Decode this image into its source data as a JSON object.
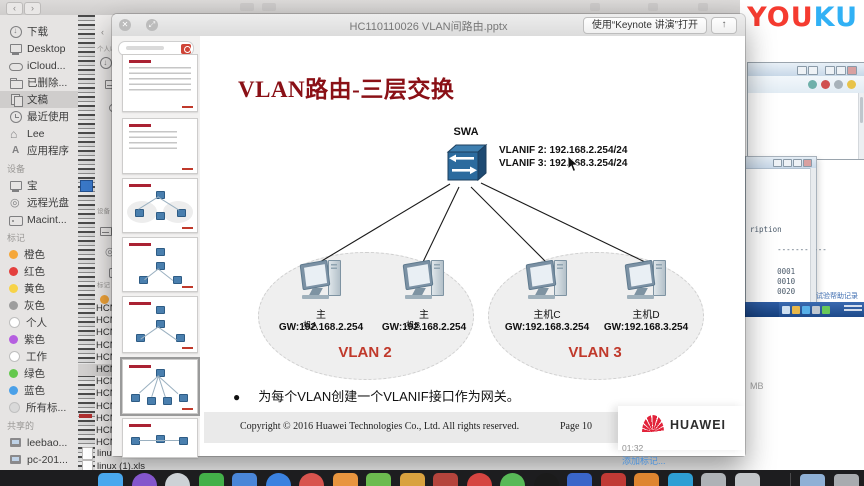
{
  "youku": {
    "part1": "YOU",
    "part2": "KU"
  },
  "nav": {
    "back": "‹",
    "forward": "›"
  },
  "sidebar": {
    "favorites": [
      {
        "label": "下载",
        "icon_cls": "fi fi-download",
        "icon_name": "download-icon",
        "row_cls": "srow"
      },
      {
        "label": "Desktop",
        "icon_cls": "fi fi-desktop",
        "icon_name": "desktop-icon",
        "row_cls": "srow"
      },
      {
        "label": "iCloud...",
        "icon_cls": "fi fi-cloud",
        "icon_name": "icloud-icon",
        "row_cls": "srow"
      },
      {
        "label": "已删除...",
        "icon_cls": "fi fi-folder",
        "icon_name": "deleted-items-icon",
        "row_cls": "srow"
      },
      {
        "label": "文稿",
        "icon_cls": "fi fi-docs",
        "icon_name": "documents-icon",
        "row_cls": "srow selected"
      },
      {
        "label": "最近使用",
        "icon_cls": "fi fi-recent",
        "icon_name": "recents-icon",
        "row_cls": "srow"
      },
      {
        "label": "Lee",
        "icon_cls": "fi fi-home",
        "icon_name": "home-icon",
        "row_cls": "srow"
      },
      {
        "label": "应用程序",
        "icon_cls": "fi fi-apps",
        "icon_name": "applications-icon",
        "row_cls": "srow"
      }
    ],
    "devices_header": "设备",
    "devices": [
      {
        "label": "宝",
        "icon_cls": "fi fi-desktop",
        "icon_name": "computer-icon",
        "row_cls": "srow"
      },
      {
        "label": "远程光盘",
        "icon_cls": "fi fi-disc",
        "icon_name": "remote-disc-icon",
        "row_cls": "srow"
      },
      {
        "label": "Macint...",
        "icon_cls": "fi fi-hdd",
        "icon_name": "macintosh-hd-icon",
        "row_cls": "srow"
      }
    ],
    "tags_header": "标记",
    "tags": [
      {
        "label": "橙色",
        "dot_style": "background:#f5a73a",
        "icon_name": "orange-tag-icon"
      },
      {
        "label": "红色",
        "dot_style": "background:#e4403e",
        "icon_name": "red-tag-icon"
      },
      {
        "label": "黄色",
        "dot_style": "background:#f7d348",
        "icon_name": "yellow-tag-icon"
      },
      {
        "label": "灰色",
        "dot_style": "background:#9d9d9d",
        "icon_name": "gray-tag-icon"
      },
      {
        "label": "个人",
        "dot_style": "background:#fff;border:1px solid #bfbfbf",
        "icon_name": "personal-tag-icon"
      },
      {
        "label": "紫色",
        "dot_style": "background:#b55fe0",
        "icon_name": "purple-tag-icon"
      },
      {
        "label": "工作",
        "dot_style": "background:#fff;border:1px solid #bfbfbf",
        "icon_name": "work-tag-icon"
      },
      {
        "label": "绿色",
        "dot_style": "background:#64c84e",
        "icon_name": "green-tag-icon"
      },
      {
        "label": "蓝色",
        "dot_style": "background:#4aa0e8",
        "icon_name": "blue-tag-icon"
      },
      {
        "label": "所有标...",
        "dot_style": "background:#d9d9d9;border:1px solid #c0c0c0",
        "icon_name": "all-tags-icon"
      }
    ],
    "shared_header": "共享的",
    "shared": [
      {
        "label": "leebao...",
        "icon_cls": "fi fi-screen",
        "icon_name": "shared-computer-icon",
        "row_cls": "srow"
      },
      {
        "label": "pc-201...",
        "icon_cls": "fi fi-screen",
        "icon_name": "shared-computer-icon",
        "row_cls": "srow"
      }
    ]
  },
  "mini_panel": {
    "labels": {
      "favorites": "个人收",
      "devices": "设备",
      "tags": "标记"
    },
    "files": [
      "HCN",
      "HCN",
      "HCN",
      "HCN",
      "HCN",
      "HCN",
      "HCN",
      "HCN",
      "HCN",
      "HCN",
      "HCN",
      "HCN"
    ],
    "xls_files": [
      "linux .xls",
      "linux (1).xls"
    ]
  },
  "quicklook": {
    "title": "HC110110026 VLAN间路由.pptx",
    "open_button": "使用“Keynote 讲演”打开",
    "close_glyph": "✕",
    "fullscreen_glyph": "⤢",
    "share_glyph": "↑"
  },
  "slide": {
    "title": "VLAN路由-三层交换",
    "switch_label": "SWA",
    "vlanif_lines": [
      "VLANIF 2: 192.168.2.254/24",
      "VLANIF 3: 192.168.3.254/24"
    ],
    "hosts": [
      {
        "name": "主",
        "overlay": "机A",
        "gw": "GW:192.168.2.254"
      },
      {
        "name": "主",
        "overlay": "机B",
        "gw": "GW:192.168.2.254"
      },
      {
        "name": "主机C",
        "gw": "GW:192.168.3.254"
      },
      {
        "name": "主机D",
        "gw": "GW:192.168.3.254"
      }
    ],
    "vlan2_label": "VLAN 2",
    "vlan3_label": "VLAN 3",
    "bullet": "为每个VLAN创建一个VLANIF接口作为网关。",
    "copyright": "Copyright © 2016 Huawei Technologies Co., Ltd. All rights reserved.",
    "page_label": "Page 10",
    "brand": "HUAWEI"
  },
  "right_desktop": {
    "cli_fragment": "ription",
    "cli_separator": "-----------",
    "cli_rows": [
      "0001",
      "0010",
      "0020"
    ],
    "help_link": "试验帮助记录",
    "size_fragment": "MB"
  },
  "preview_meta": {
    "duration": "01:32",
    "add_tags": "添加标记..."
  },
  "dock": {
    "icons": [
      {
        "name": "finder-icon",
        "style": "background:#49a8ee;border-radius:5px"
      },
      {
        "name": "launchpad-icon",
        "style": "background:#8456cc;border-radius:50%"
      },
      {
        "name": "dock-app-icon",
        "style": "background:#cdd2d6;border-radius:50%"
      },
      {
        "name": "dock-app-icon",
        "style": "background:#43b049;border-radius:5px"
      },
      {
        "name": "dock-app-icon",
        "style": "background:#4a86d8;border-radius:5px"
      },
      {
        "name": "dock-app-icon",
        "style": "background:#3b82e0;border-radius:50%"
      },
      {
        "name": "dock-app-icon",
        "style": "background:#d8544e;border-radius:50%"
      },
      {
        "name": "dock-app-icon",
        "style": "background:#e8953f;border-radius:5px"
      },
      {
        "name": "dock-app-icon",
        "style": "background:#6cbb4f;border-radius:5px"
      },
      {
        "name": "dock-app-icon",
        "style": "background:#d9a23f;border-radius:5px"
      },
      {
        "name": "dock-app-icon",
        "style": "background:#b5443c;border-radius:5px"
      },
      {
        "name": "dock-app-icon",
        "style": "background:#d64541;border-radius:50%"
      },
      {
        "name": "dock-app-icon",
        "style": "background:#58b957;border-radius:50%"
      },
      {
        "name": "qq-icon",
        "style": "background:#1b1b1b;border-radius:50%"
      },
      {
        "name": "dock-app-icon",
        "style": "background:#3a66c9;border-radius:5px"
      },
      {
        "name": "dock-app-icon",
        "style": "background:#c03a35;border-radius:5px"
      },
      {
        "name": "dock-app-icon",
        "style": "background:#de8530;border-radius:5px"
      },
      {
        "name": "dock-app-icon",
        "style": "background:#2e9fd4;border-radius:5px"
      },
      {
        "name": "dock-app-icon",
        "style": "background:#aeb2b6;border-radius:5px"
      },
      {
        "name": "dock-app-icon",
        "style": "background:#c3c6c9;border-radius:5px"
      }
    ]
  }
}
